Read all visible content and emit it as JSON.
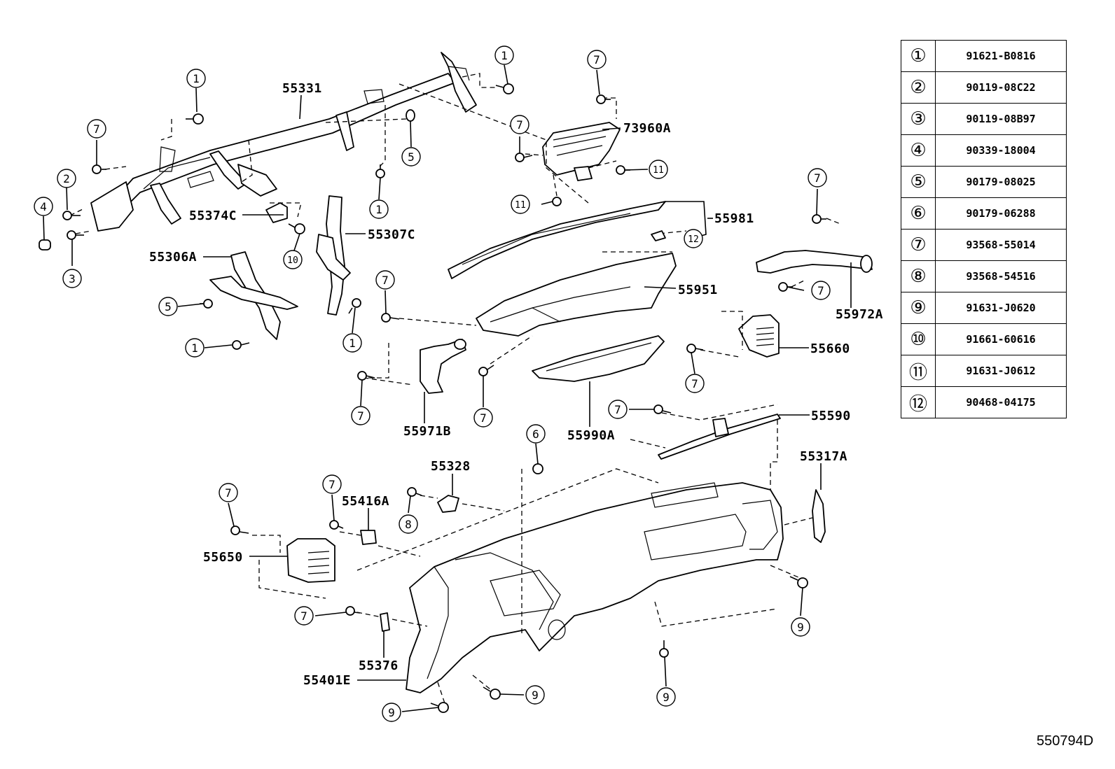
{
  "part_labels": {
    "p55331": "55331",
    "p73960A": "73960A",
    "p55981": "55981",
    "p55374C": "55374C",
    "p55307C": "55307C",
    "p55306A": "55306A",
    "p55951": "55951",
    "p55972A": "55972A",
    "p55660": "55660",
    "p55971B": "55971B",
    "p55990A": "55990A",
    "p55590": "55590",
    "p55317A": "55317A",
    "p55328": "55328",
    "p55416A": "55416A",
    "p55650": "55650",
    "p55376": "55376",
    "p55401E": "55401E"
  },
  "callouts": {
    "c1": "1",
    "c2": "2",
    "c3": "3",
    "c4": "4",
    "c5": "5",
    "c6": "6",
    "c7": "7",
    "c8": "8",
    "c9": "9",
    "c10": "10",
    "c11": "11",
    "c12": "12"
  },
  "legend": [
    {
      "key": "①",
      "part": "91621-B0816"
    },
    {
      "key": "②",
      "part": "90119-08C22"
    },
    {
      "key": "③",
      "part": "90119-08B97"
    },
    {
      "key": "④",
      "part": "90339-18004"
    },
    {
      "key": "⑤",
      "part": "90179-08025"
    },
    {
      "key": "⑥",
      "part": "90179-06288"
    },
    {
      "key": "⑦",
      "part": "93568-55014"
    },
    {
      "key": "⑧",
      "part": "93568-54516"
    },
    {
      "key": "⑨",
      "part": "91631-J0620"
    },
    {
      "key": "⑩",
      "part": "91661-60616"
    },
    {
      "key": "⑪",
      "part": "91631-J0612"
    },
    {
      "key": "⑫",
      "part": "90468-04175"
    }
  ],
  "drawing_code": "550794D"
}
